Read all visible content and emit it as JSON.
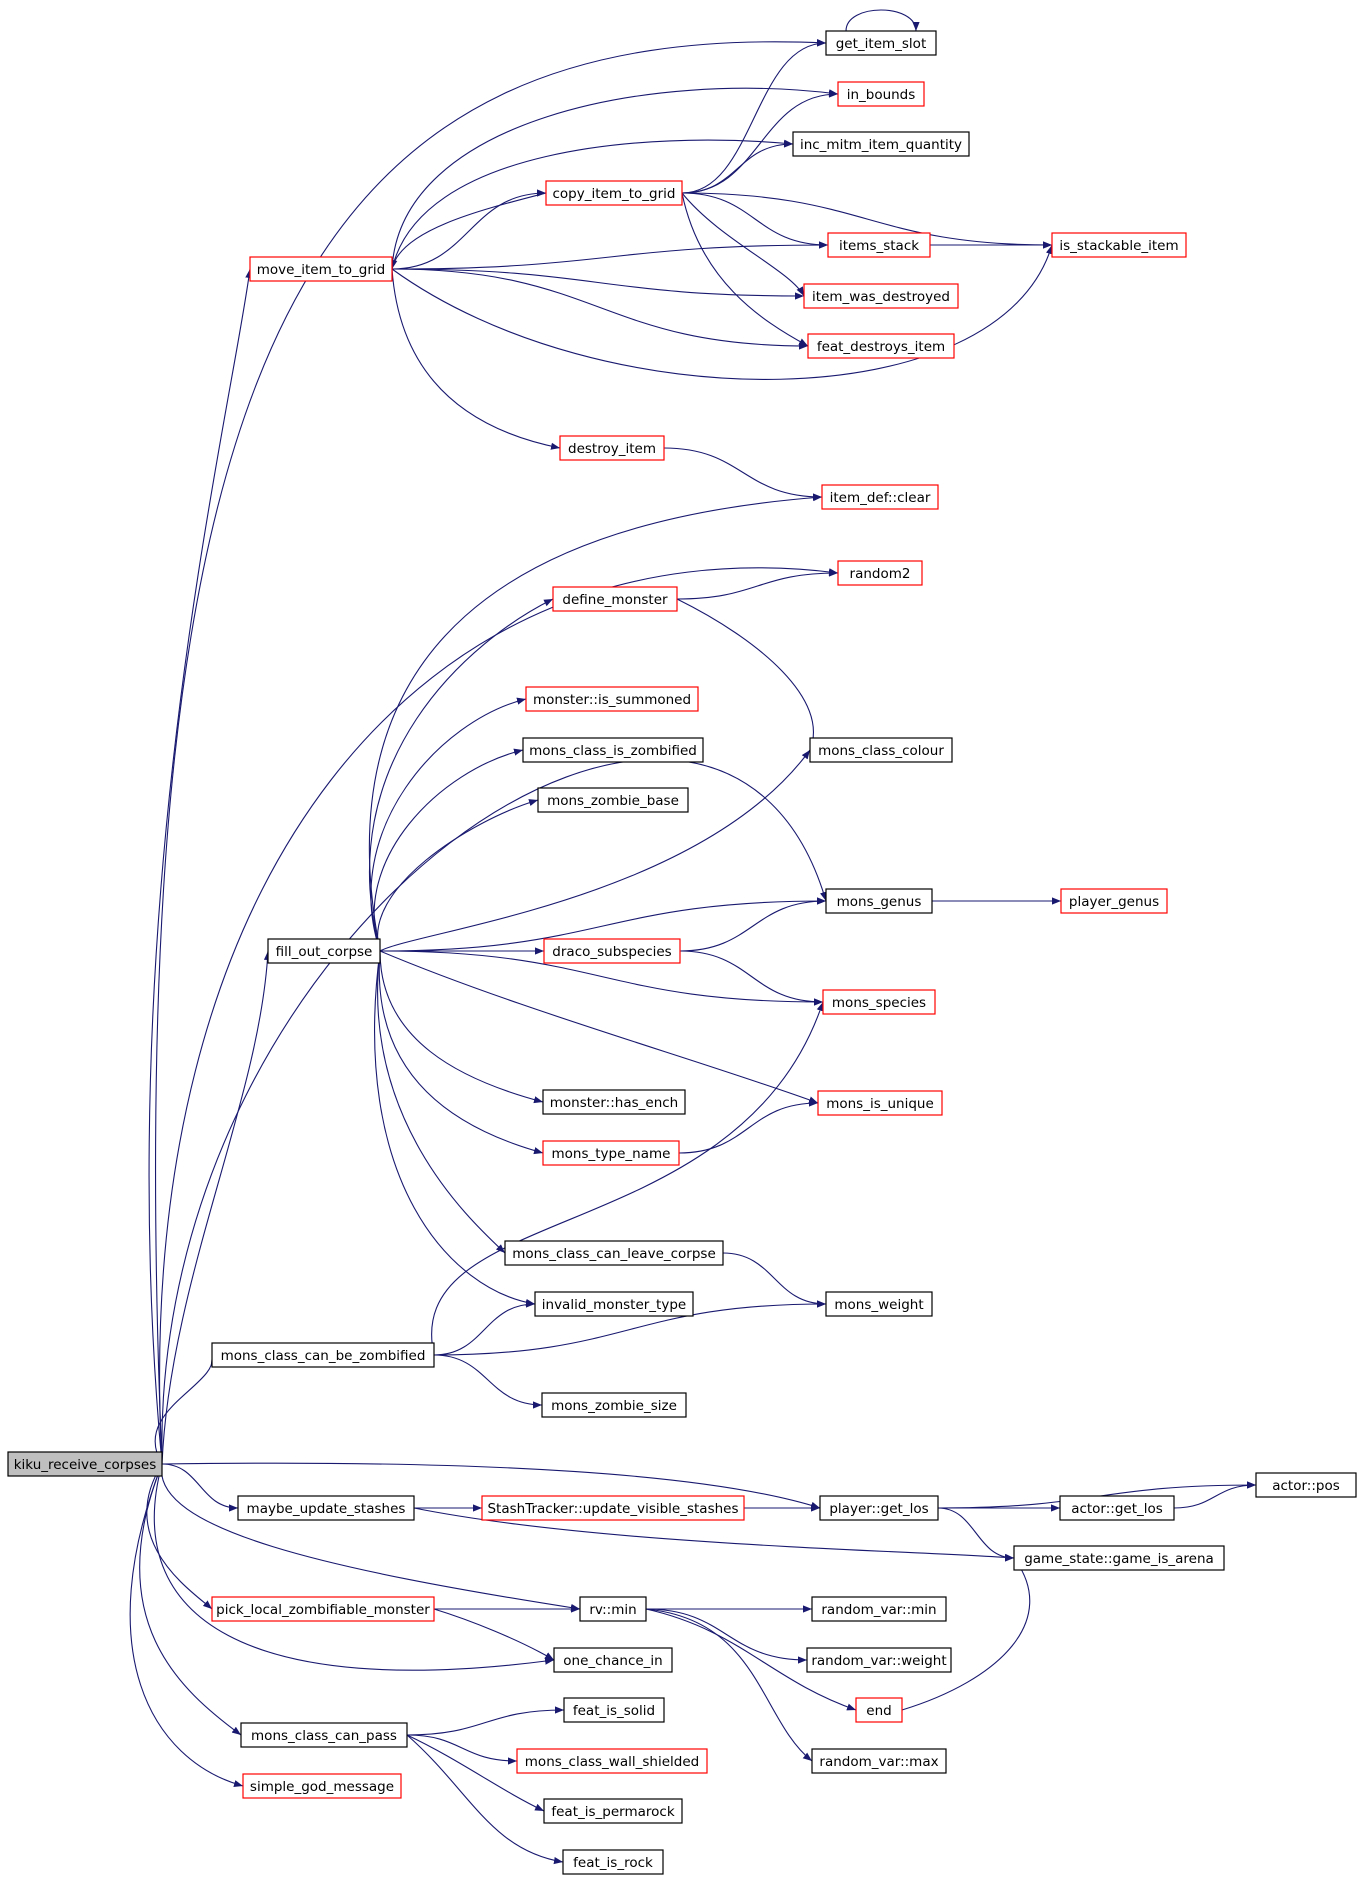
{
  "diagram": {
    "root": "kiku_receive_corpses",
    "colors": {
      "edge": "#191970",
      "border_complete": "#000000",
      "border_truncated": "#ff0000",
      "root_fill": "#bfbfbf"
    },
    "nodes": [
      {
        "id": "kiku_receive_corpses",
        "label": "kiku_receive_corpses",
        "border": "root"
      },
      {
        "id": "move_item_to_grid",
        "label": "move_item_to_grid",
        "border": "red"
      },
      {
        "id": "copy_item_to_grid",
        "label": "copy_item_to_grid",
        "border": "red"
      },
      {
        "id": "get_item_slot",
        "label": "get_item_slot",
        "border": "black"
      },
      {
        "id": "in_bounds",
        "label": "in_bounds",
        "border": "red"
      },
      {
        "id": "inc_mitm_item_quantity",
        "label": "inc_mitm_item_quantity",
        "border": "black"
      },
      {
        "id": "items_stack",
        "label": "items_stack",
        "border": "red"
      },
      {
        "id": "is_stackable_item",
        "label": "is_stackable_item",
        "border": "red"
      },
      {
        "id": "item_was_destroyed",
        "label": "item_was_destroyed",
        "border": "red"
      },
      {
        "id": "feat_destroys_item",
        "label": "feat_destroys_item",
        "border": "red"
      },
      {
        "id": "destroy_item",
        "label": "destroy_item",
        "border": "red"
      },
      {
        "id": "item_def_clear",
        "label": "item_def::clear",
        "border": "red"
      },
      {
        "id": "random2",
        "label": "random2",
        "border": "red"
      },
      {
        "id": "define_monster",
        "label": "define_monster",
        "border": "red"
      },
      {
        "id": "monster_is_summoned",
        "label": "monster::is_summoned",
        "border": "red"
      },
      {
        "id": "mons_class_is_zombified",
        "label": "mons_class_is_zombified",
        "border": "black"
      },
      {
        "id": "mons_class_colour",
        "label": "mons_class_colour",
        "border": "black"
      },
      {
        "id": "mons_zombie_base",
        "label": "mons_zombie_base",
        "border": "black"
      },
      {
        "id": "mons_genus",
        "label": "mons_genus",
        "border": "black"
      },
      {
        "id": "player_genus",
        "label": "player_genus",
        "border": "red"
      },
      {
        "id": "fill_out_corpse",
        "label": "fill_out_corpse",
        "border": "black"
      },
      {
        "id": "draco_subspecies",
        "label": "draco_subspecies",
        "border": "red"
      },
      {
        "id": "mons_species",
        "label": "mons_species",
        "border": "red"
      },
      {
        "id": "monster_has_ench",
        "label": "monster::has_ench",
        "border": "black"
      },
      {
        "id": "mons_is_unique",
        "label": "mons_is_unique",
        "border": "red"
      },
      {
        "id": "mons_type_name",
        "label": "mons_type_name",
        "border": "red"
      },
      {
        "id": "mons_class_can_leave_corpse",
        "label": "mons_class_can_leave_corpse",
        "border": "black"
      },
      {
        "id": "invalid_monster_type",
        "label": "invalid_monster_type",
        "border": "black"
      },
      {
        "id": "mons_weight",
        "label": "mons_weight",
        "border": "black"
      },
      {
        "id": "mons_class_can_be_zombified",
        "label": "mons_class_can_be_zombified",
        "border": "black"
      },
      {
        "id": "mons_zombie_size",
        "label": "mons_zombie_size",
        "border": "black"
      },
      {
        "id": "actor_pos",
        "label": "actor::pos",
        "border": "black"
      },
      {
        "id": "maybe_update_stashes",
        "label": "maybe_update_stashes",
        "border": "black"
      },
      {
        "id": "stashtracker_update",
        "label": "StashTracker::update_visible_stashes",
        "border": "red"
      },
      {
        "id": "player_get_los",
        "label": "player::get_los",
        "border": "black"
      },
      {
        "id": "actor_get_los",
        "label": "actor::get_los",
        "border": "black"
      },
      {
        "id": "game_is_arena",
        "label": "game_state::game_is_arena",
        "border": "black"
      },
      {
        "id": "pick_local_zombifiable_monster",
        "label": "pick_local_zombifiable_monster",
        "border": "red"
      },
      {
        "id": "rv_min",
        "label": "rv::min",
        "border": "black"
      },
      {
        "id": "random_var_min",
        "label": "random_var::min",
        "border": "black"
      },
      {
        "id": "one_chance_in",
        "label": "one_chance_in",
        "border": "black"
      },
      {
        "id": "random_var_weight",
        "label": "random_var::weight",
        "border": "black"
      },
      {
        "id": "end",
        "label": "end",
        "border": "red"
      },
      {
        "id": "feat_is_solid",
        "label": "feat_is_solid",
        "border": "black"
      },
      {
        "id": "mons_class_can_pass",
        "label": "mons_class_can_pass",
        "border": "black"
      },
      {
        "id": "random_var_max",
        "label": "random_var::max",
        "border": "black"
      },
      {
        "id": "mons_class_wall_shielded",
        "label": "mons_class_wall_shielded",
        "border": "red"
      },
      {
        "id": "simple_god_message",
        "label": "simple_god_message",
        "border": "red"
      },
      {
        "id": "feat_is_permarock",
        "label": "feat_is_permarock",
        "border": "black"
      },
      {
        "id": "feat_is_rock",
        "label": "feat_is_rock",
        "border": "black"
      }
    ],
    "edges": [
      [
        "kiku_receive_corpses",
        "get_item_slot"
      ],
      [
        "kiku_receive_corpses",
        "move_item_to_grid"
      ],
      [
        "kiku_receive_corpses",
        "random2"
      ],
      [
        "kiku_receive_corpses",
        "mons_genus"
      ],
      [
        "kiku_receive_corpses",
        "fill_out_corpse"
      ],
      [
        "kiku_receive_corpses",
        "mons_class_can_be_zombified"
      ],
      [
        "kiku_receive_corpses",
        "player_get_los"
      ],
      [
        "kiku_receive_corpses",
        "maybe_update_stashes"
      ],
      [
        "kiku_receive_corpses",
        "rv_min"
      ],
      [
        "kiku_receive_corpses",
        "pick_local_zombifiable_monster"
      ],
      [
        "kiku_receive_corpses",
        "one_chance_in"
      ],
      [
        "kiku_receive_corpses",
        "mons_class_can_pass"
      ],
      [
        "kiku_receive_corpses",
        "simple_god_message"
      ],
      [
        "move_item_to_grid",
        "in_bounds"
      ],
      [
        "move_item_to_grid",
        "inc_mitm_item_quantity"
      ],
      [
        "move_item_to_grid",
        "copy_item_to_grid"
      ],
      [
        "move_item_to_grid",
        "items_stack"
      ],
      [
        "move_item_to_grid",
        "item_was_destroyed"
      ],
      [
        "move_item_to_grid",
        "feat_destroys_item"
      ],
      [
        "move_item_to_grid",
        "is_stackable_item"
      ],
      [
        "move_item_to_grid",
        "destroy_item"
      ],
      [
        "copy_item_to_grid",
        "get_item_slot"
      ],
      [
        "copy_item_to_grid",
        "in_bounds"
      ],
      [
        "copy_item_to_grid",
        "inc_mitm_item_quantity"
      ],
      [
        "copy_item_to_grid",
        "move_item_to_grid"
      ],
      [
        "copy_item_to_grid",
        "items_stack"
      ],
      [
        "copy_item_to_grid",
        "is_stackable_item"
      ],
      [
        "copy_item_to_grid",
        "item_was_destroyed"
      ],
      [
        "copy_item_to_grid",
        "feat_destroys_item"
      ],
      [
        "get_item_slot",
        "get_item_slot"
      ],
      [
        "items_stack",
        "is_stackable_item"
      ],
      [
        "destroy_item",
        "item_def_clear"
      ],
      [
        "define_monster",
        "random2"
      ],
      [
        "define_monster",
        "mons_class_colour"
      ],
      [
        "fill_out_corpse",
        "item_def_clear"
      ],
      [
        "fill_out_corpse",
        "define_monster"
      ],
      [
        "fill_out_corpse",
        "monster_is_summoned"
      ],
      [
        "fill_out_corpse",
        "mons_class_is_zombified"
      ],
      [
        "fill_out_corpse",
        "mons_zombie_base"
      ],
      [
        "fill_out_corpse",
        "mons_class_colour"
      ],
      [
        "fill_out_corpse",
        "mons_genus"
      ],
      [
        "fill_out_corpse",
        "draco_subspecies"
      ],
      [
        "fill_out_corpse",
        "mons_species"
      ],
      [
        "fill_out_corpse",
        "mons_is_unique"
      ],
      [
        "fill_out_corpse",
        "monster_has_ench"
      ],
      [
        "fill_out_corpse",
        "mons_type_name"
      ],
      [
        "fill_out_corpse",
        "mons_class_can_leave_corpse"
      ],
      [
        "fill_out_corpse",
        "invalid_monster_type"
      ],
      [
        "mons_genus",
        "player_genus"
      ],
      [
        "draco_subspecies",
        "mons_genus"
      ],
      [
        "draco_subspecies",
        "mons_species"
      ],
      [
        "mons_type_name",
        "mons_is_unique"
      ],
      [
        "mons_class_can_leave_corpse",
        "mons_weight"
      ],
      [
        "mons_class_can_be_zombified",
        "mons_species"
      ],
      [
        "mons_class_can_be_zombified",
        "invalid_monster_type"
      ],
      [
        "mons_class_can_be_zombified",
        "mons_weight"
      ],
      [
        "mons_class_can_be_zombified",
        "mons_zombie_size"
      ],
      [
        "maybe_update_stashes",
        "stashtracker_update"
      ],
      [
        "maybe_update_stashes",
        "game_is_arena"
      ],
      [
        "stashtracker_update",
        "player_get_los"
      ],
      [
        "player_get_los",
        "actor_pos"
      ],
      [
        "player_get_los",
        "actor_get_los"
      ],
      [
        "player_get_los",
        "game_is_arena"
      ],
      [
        "actor_get_los",
        "actor_pos"
      ],
      [
        "pick_local_zombifiable_monster",
        "rv_min"
      ],
      [
        "pick_local_zombifiable_monster",
        "one_chance_in"
      ],
      [
        "rv_min",
        "random_var_min"
      ],
      [
        "rv_min",
        "random_var_weight"
      ],
      [
        "rv_min",
        "end"
      ],
      [
        "rv_min",
        "random_var_max"
      ],
      [
        "end",
        "game_is_arena"
      ],
      [
        "mons_class_can_pass",
        "feat_is_solid"
      ],
      [
        "mons_class_can_pass",
        "mons_class_wall_shielded"
      ],
      [
        "mons_class_can_pass",
        "feat_is_permarock"
      ],
      [
        "mons_class_can_pass",
        "feat_is_rock"
      ]
    ]
  }
}
